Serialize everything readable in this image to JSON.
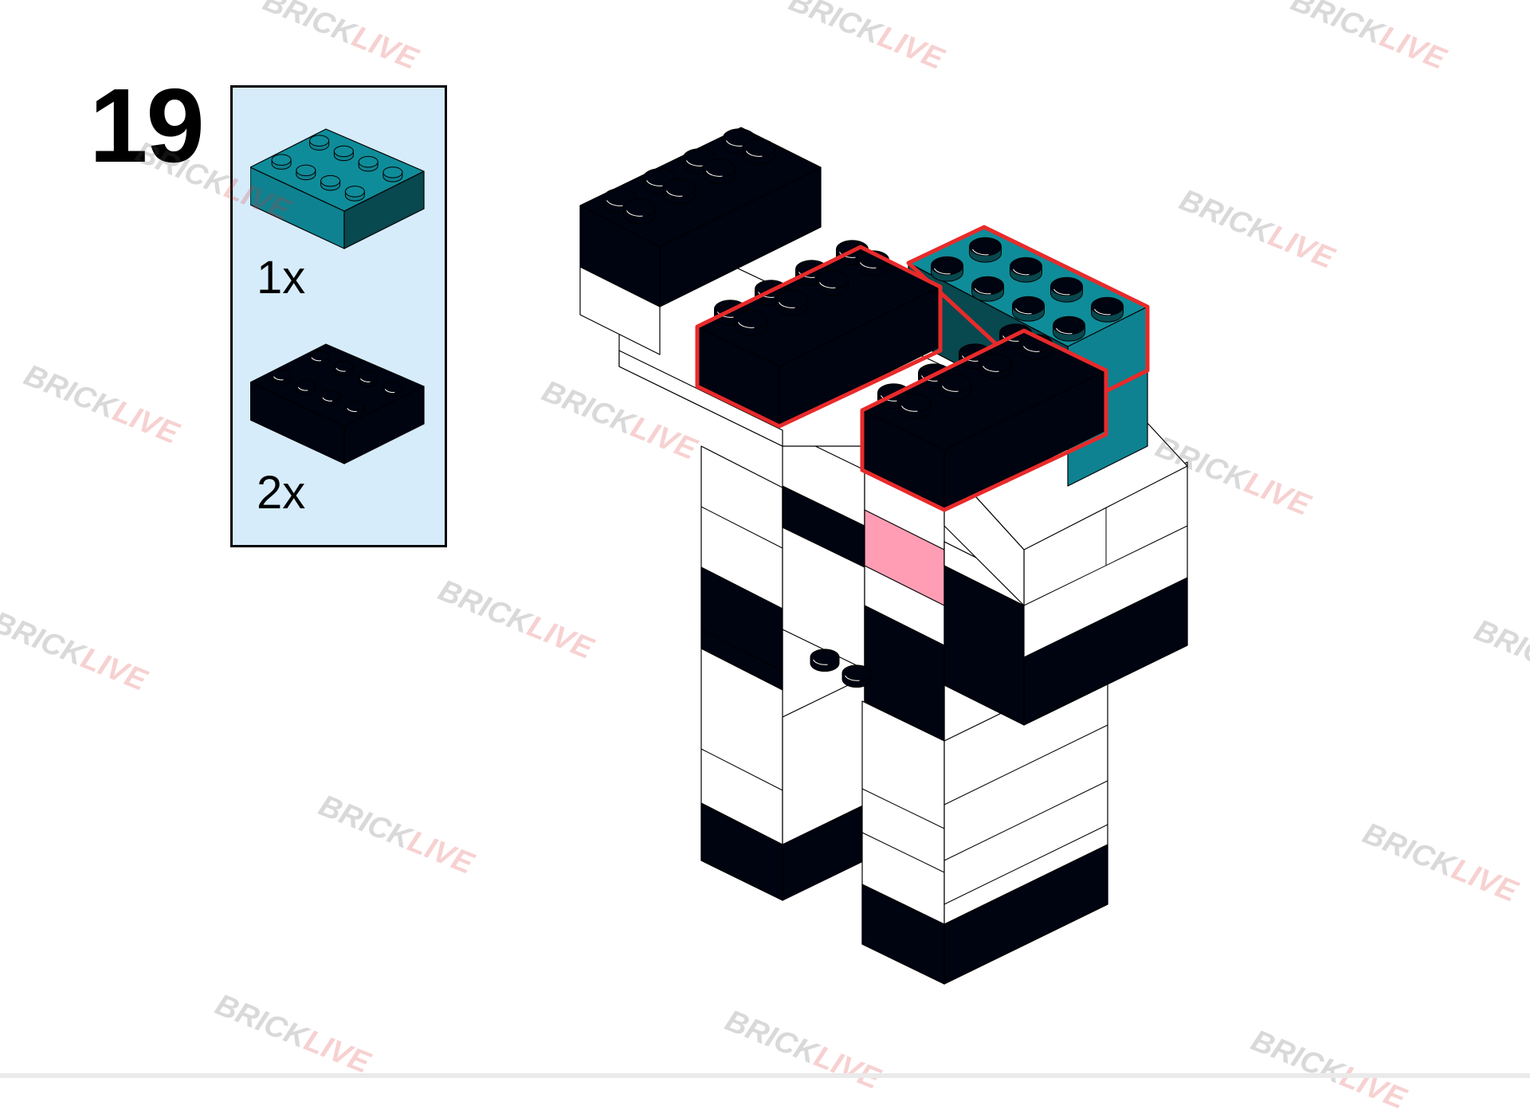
{
  "step": {
    "number": "19"
  },
  "parts": [
    {
      "name": "brick-2x4-teal",
      "color": "#0e8290",
      "quantity": "1x"
    },
    {
      "name": "brick-2x4-black",
      "color": "#000310",
      "quantity": "2x"
    }
  ],
  "colors": {
    "white": "#ffffff",
    "black": "#000310",
    "teal": "#0e8290",
    "teal_top": "#0f8c99",
    "pink": "#ff9db4",
    "highlight": "#e82a2a",
    "box_bg": "#d6ecfb"
  },
  "watermark": {
    "part1": "BRICK",
    "part2": "LIVE"
  }
}
